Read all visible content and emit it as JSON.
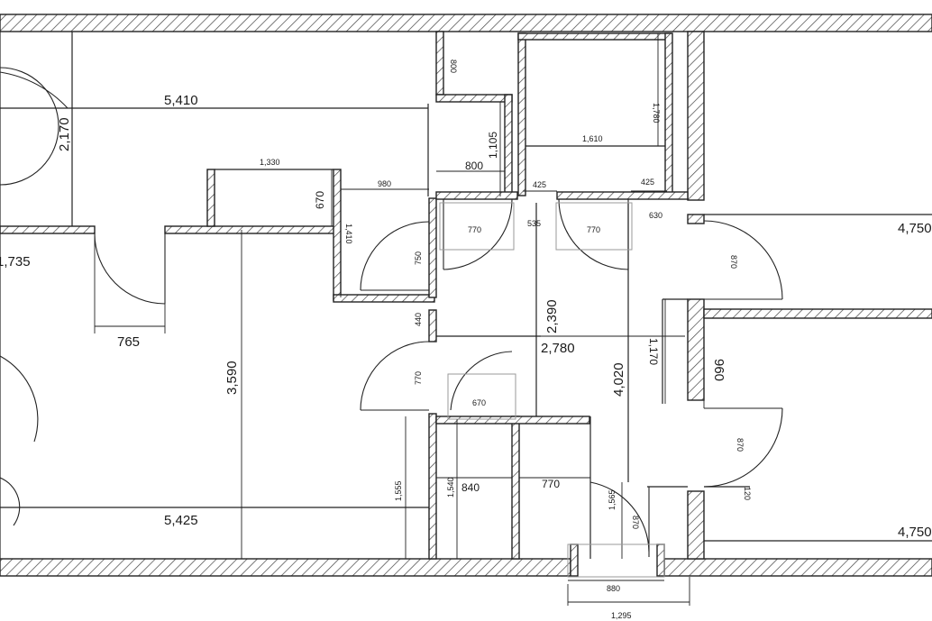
{
  "floor_plan": {
    "dimensions": {
      "top_room_width": "5,410",
      "top_room_height": "2,170",
      "niche_width": "1,330",
      "niche_depth": "670",
      "corridor_stub": "980",
      "corridor_stub_height": "1,410",
      "left_room_edge": "1,735",
      "left_door": "765",
      "main_room_height": "3,590",
      "main_room_width": "5,425",
      "main_door_clearance": "1,555",
      "top_strip": "800",
      "storage_width": "800",
      "storage_height": "1,105",
      "bath_width": "1,610",
      "bath_height": "1,780",
      "bath_wall_left": "425",
      "bath_wall_right": "425",
      "hall_gap": "535",
      "door_770_a": "770",
      "door_770_b": "770",
      "hall_offset": "630",
      "door_750": "750",
      "hall_height": "2,390",
      "hall_width": "2,780",
      "hall_length": "4,020",
      "segment_440": "440",
      "door_770_c": "770",
      "door_670": "670",
      "wc_clearance": "1,540",
      "wc_width": "840",
      "kitchen_door": "770",
      "side_segment": "1,170",
      "entry_segment": "1,565",
      "entry_door": "870",
      "entry_door_width": "880",
      "entry_total": "1,295",
      "right_upper_width": "4,750",
      "right_door_upper": "870",
      "right_partition": "960",
      "right_door_lower": "870",
      "right_wall_small": "120",
      "right_lower_width": "4,750"
    }
  }
}
